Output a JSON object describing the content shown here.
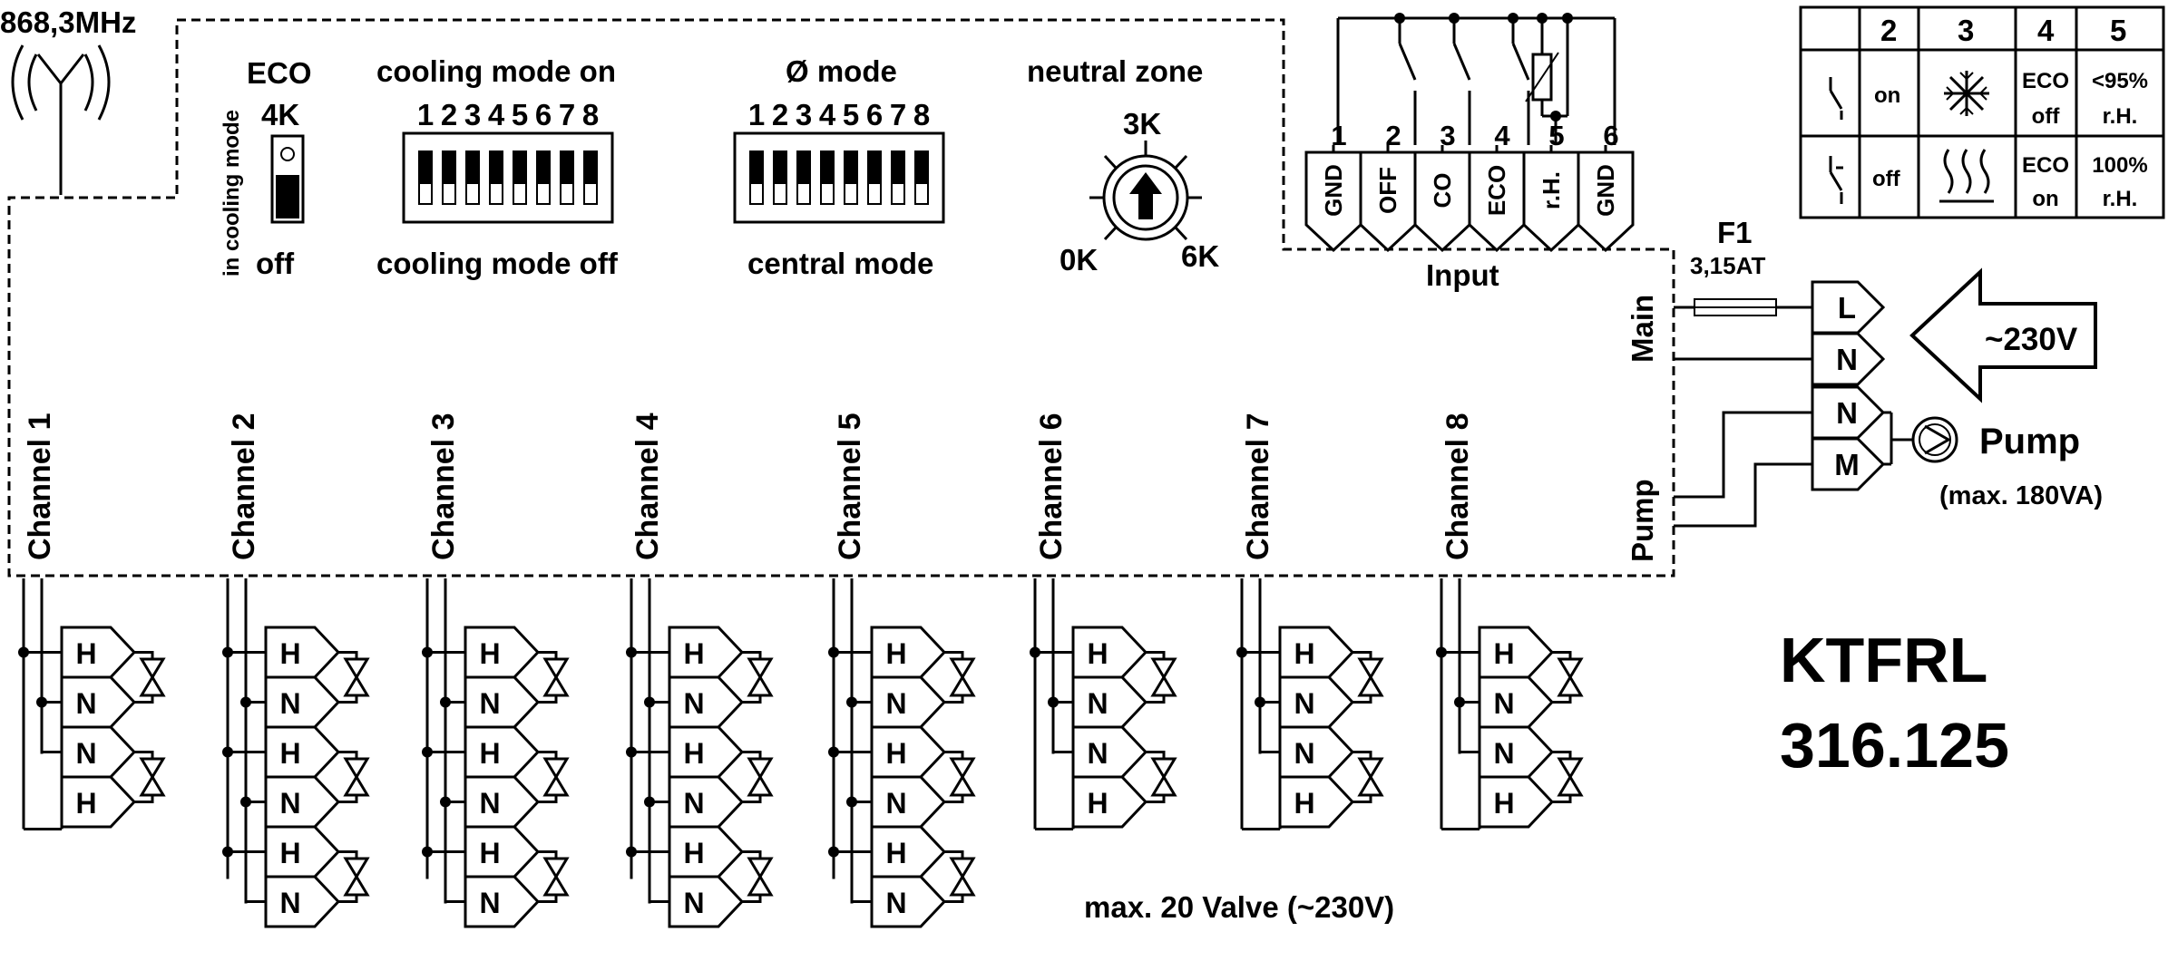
{
  "antenna": {
    "frequency": "868,3MHz"
  },
  "eco": {
    "title": "ECO",
    "side_label": "in cooling mode",
    "value": "4K",
    "off_label": "off"
  },
  "cooling_mode": {
    "title": "cooling mode on",
    "numbers": [
      "1",
      "2",
      "3",
      "4",
      "5",
      "6",
      "7",
      "8"
    ],
    "bottom_label": "cooling mode off"
  },
  "diameter_mode": {
    "title": "Ø mode",
    "numbers": [
      "1",
      "2",
      "3",
      "4",
      "5",
      "6",
      "7",
      "8"
    ],
    "bottom_label": "central mode"
  },
  "neutral_zone": {
    "title": "neutral zone",
    "top": "3K",
    "left": "0K",
    "right": "6K"
  },
  "input": {
    "title": "Input",
    "terminals": [
      {
        "number": "1",
        "label": "GND"
      },
      {
        "number": "2",
        "label": "OFF"
      },
      {
        "number": "3",
        "label": "CO"
      },
      {
        "number": "4",
        "label": "ECO"
      },
      {
        "number": "5",
        "label": "r.H."
      },
      {
        "number": "6",
        "label": "GND"
      }
    ]
  },
  "legend_table": {
    "headers": [
      "2",
      "3",
      "4",
      "5"
    ],
    "row_on": {
      "c2": "on",
      "c4a": "ECO",
      "c4b": "off",
      "c5a": "<95%",
      "c5b": "r.H."
    },
    "row_off": {
      "c2": "off",
      "c4a": "ECO",
      "c4b": "on",
      "c5a": "100%",
      "c5b": "r.H."
    }
  },
  "fuse": {
    "name": "F1",
    "rating": "3,15AT"
  },
  "main": {
    "label": "Main",
    "terminals": [
      "L",
      "N"
    ],
    "supply": "~230V"
  },
  "pump": {
    "label": "Pump",
    "terminals": [
      "N",
      "M"
    ],
    "name": "Pump",
    "max": "(max. 180VA)"
  },
  "channels": [
    {
      "label": "Channel 1",
      "terminals": [
        "H",
        "N",
        "N",
        "H"
      ]
    },
    {
      "label": "Channel 2",
      "terminals": [
        "H",
        "N",
        "H",
        "N",
        "H",
        "N"
      ]
    },
    {
      "label": "Channel 3",
      "terminals": [
        "H",
        "N",
        "H",
        "N",
        "H",
        "N"
      ]
    },
    {
      "label": "Channel 4",
      "terminals": [
        "H",
        "N",
        "H",
        "N",
        "H",
        "N"
      ]
    },
    {
      "label": "Channel 5",
      "terminals": [
        "H",
        "N",
        "H",
        "N",
        "H",
        "N"
      ]
    },
    {
      "label": "Channel 6",
      "terminals": [
        "H",
        "N",
        "N",
        "H"
      ]
    },
    {
      "label": "Channel 7",
      "terminals": [
        "H",
        "N",
        "N",
        "H"
      ]
    },
    {
      "label": "Channel 8",
      "terminals": [
        "H",
        "N",
        "N",
        "H"
      ]
    }
  ],
  "valve_note": "max. 20 Valve (~230V)",
  "product": {
    "line1": "KTFRL",
    "line2": "316.125"
  }
}
